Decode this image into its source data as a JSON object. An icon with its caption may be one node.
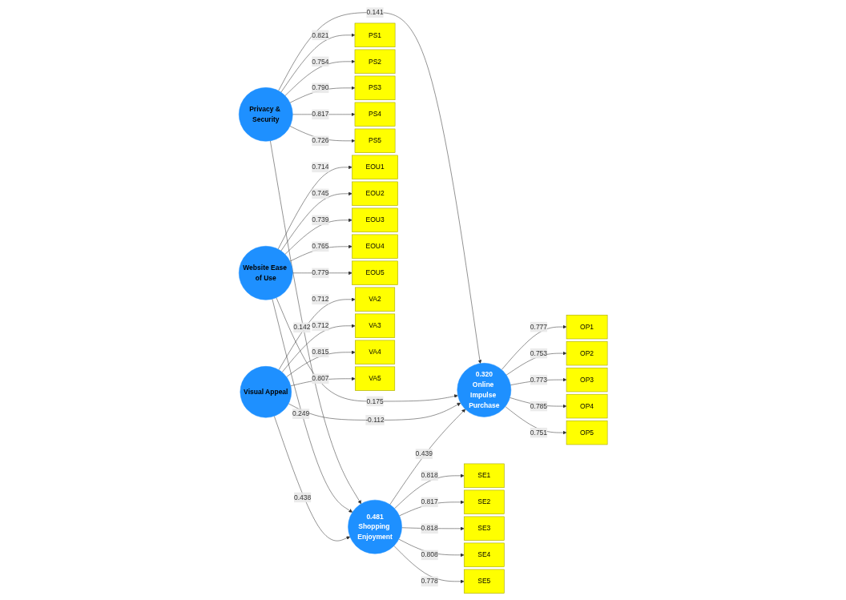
{
  "diagram": {
    "nodes": [
      {
        "text": [
          "PS1"
        ]
      },
      {
        "text": [
          "PS2"
        ]
      },
      {
        "text": [
          "PS3"
        ]
      },
      {
        "text": [
          "PS4"
        ]
      },
      {
        "text": [
          "PS5"
        ]
      },
      {
        "text": [
          "Privacy & Security"
        ]
      },
      {
        "text": [
          "EOU1"
        ]
      },
      {
        "text": [
          "EOU2"
        ]
      },
      {
        "text": [
          "EOU3"
        ]
      },
      {
        "text": [
          "EOU4"
        ]
      },
      {
        "text": [
          "EOU5"
        ]
      },
      {
        "text": [
          "Website Ease of Use"
        ]
      },
      {
        "text": [
          "VA2"
        ]
      },
      {
        "text": [
          "VA3"
        ]
      },
      {
        "text": [
          "VA4"
        ]
      },
      {
        "text": [
          "VA5"
        ]
      },
      {
        "text": [
          "Visual Appeal"
        ]
      },
      {
        "text": [
          "0.481",
          "Shopping Enjoyment"
        ]
      },
      {
        "text": [
          "SE1"
        ]
      },
      {
        "text": [
          "SE2"
        ]
      },
      {
        "text": [
          "SE3"
        ]
      },
      {
        "text": [
          "SE4"
        ]
      },
      {
        "text": [
          "SE5"
        ]
      },
      {
        "text": [
          "0.320",
          "Online Impulse Purchase"
        ]
      },
      {
        "text": [
          "OP1"
        ]
      },
      {
        "text": [
          "OP2"
        ]
      },
      {
        "text": [
          "OP3"
        ]
      },
      {
        "text": [
          "OP4"
        ]
      },
      {
        "text": [
          "OP5"
        ]
      }
    ],
    "edges": [
      {
        "from": 5,
        "to": 0,
        "arrow": "to",
        "label": "0.821"
      },
      {
        "from": 5,
        "to": 1,
        "arrow": "to",
        "label": "0.754"
      },
      {
        "from": 5,
        "to": 2,
        "arrow": "to",
        "label": "0.790"
      },
      {
        "from": 5,
        "to": 3,
        "arrow": "to",
        "label": "0.817"
      },
      {
        "from": 5,
        "to": 4,
        "arrow": "to",
        "label": "0.726"
      },
      {
        "from": 11,
        "to": 6,
        "arrow": "to",
        "label": "0.714"
      },
      {
        "from": 11,
        "to": 7,
        "arrow": "to",
        "label": "0.745"
      },
      {
        "from": 11,
        "to": 8,
        "arrow": "to",
        "label": "0.739"
      },
      {
        "from": 11,
        "to": 9,
        "arrow": "to",
        "label": "0.765"
      },
      {
        "from": 11,
        "to": 10,
        "arrow": "to",
        "label": "0.779"
      },
      {
        "from": 16,
        "to": 12,
        "arrow": "to",
        "label": "0.712"
      },
      {
        "from": 16,
        "to": 13,
        "arrow": "to",
        "label": "0.712"
      },
      {
        "from": 16,
        "to": 14,
        "arrow": "to",
        "label": "0.815"
      },
      {
        "from": 16,
        "to": 15,
        "arrow": "to",
        "label": "0.807"
      },
      {
        "from": 5,
        "to": 17,
        "arrow": "to",
        "label": "0.142"
      },
      {
        "from": 5,
        "to": 23,
        "arrow": "to",
        "label": "0.141"
      },
      {
        "from": 11,
        "to": 17,
        "arrow": "to",
        "label": "0.249"
      },
      {
        "from": 11,
        "to": 23,
        "arrow": "to",
        "label": "0.175"
      },
      {
        "from": 16,
        "to": 17,
        "arrow": "to",
        "label": "0.438"
      },
      {
        "from": 16,
        "to": 23,
        "arrow": "to",
        "label": "-0.112"
      },
      {
        "from": 17,
        "to": 23,
        "arrow": "to",
        "label": "0.439"
      },
      {
        "from": 17,
        "to": 18,
        "arrow": "to",
        "label": "0.818"
      },
      {
        "from": 17,
        "to": 19,
        "arrow": "to",
        "label": "0.817"
      },
      {
        "from": 17,
        "to": 20,
        "arrow": "to",
        "label": "0.818"
      },
      {
        "from": 17,
        "to": 21,
        "arrow": "to",
        "label": "0.808"
      },
      {
        "from": 17,
        "to": 22,
        "arrow": "to",
        "label": "0.778"
      },
      {
        "from": 23,
        "to": 24,
        "arrow": "to",
        "label": "0.777"
      },
      {
        "from": 23,
        "to": 25,
        "arrow": "to",
        "label": "0.753"
      },
      {
        "from": 23,
        "to": 26,
        "arrow": "to",
        "label": "0.773"
      },
      {
        "from": 23,
        "to": 27,
        "arrow": "to",
        "label": "0.785"
      },
      {
        "from": 23,
        "to": 28,
        "arrow": "to",
        "label": "0.751"
      }
    ]
  }
}
